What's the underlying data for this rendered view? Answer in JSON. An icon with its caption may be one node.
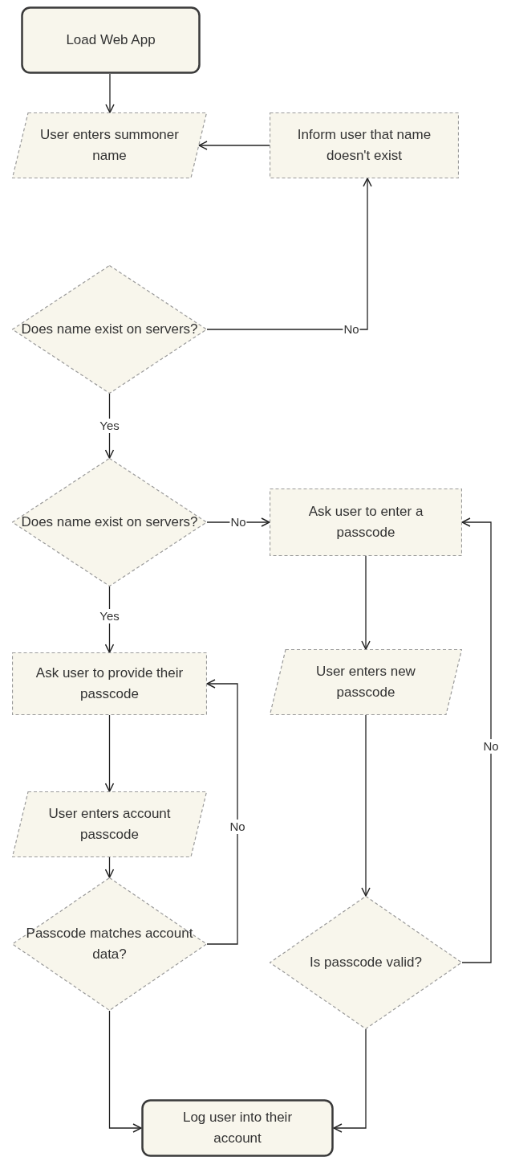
{
  "diagram": {
    "nodes": [
      {
        "text": [
          "Load Web App"
        ]
      },
      {
        "text": [
          "User enters summoner name"
        ]
      },
      {
        "text": [
          "Inform user that name doesn't exist"
        ]
      },
      {
        "text": [
          "Does name exist on servers?"
        ]
      },
      {
        "text": [
          "Does name exist on servers?"
        ]
      },
      {
        "text": [
          "Ask user to enter a passcode"
        ]
      },
      {
        "text": [
          "Ask user to provide their passcode"
        ]
      },
      {
        "text": [
          "User enters new passcode"
        ]
      },
      {
        "text": [
          "User enters account passcode"
        ]
      },
      {
        "text": [
          "Passcode matches account data?"
        ]
      },
      {
        "text": [
          "Is passcode valid?"
        ]
      },
      {
        "text": [
          "Log user into their account"
        ]
      }
    ],
    "edges": [
      {
        "from": 0,
        "to": 1,
        "arrow": "to"
      },
      {
        "from": 2,
        "to": 1,
        "arrow": "to"
      },
      {
        "from": 3,
        "to": 2,
        "arrow": "to",
        "label": "No"
      },
      {
        "from": 3,
        "to": 4,
        "arrow": "to",
        "label": "Yes"
      },
      {
        "from": 4,
        "to": 5,
        "arrow": "to",
        "label": "No"
      },
      {
        "from": 4,
        "to": 6,
        "arrow": "to",
        "label": "Yes"
      },
      {
        "from": 5,
        "to": 7,
        "arrow": "to"
      },
      {
        "from": 6,
        "to": 8,
        "arrow": "to"
      },
      {
        "from": 8,
        "to": 9,
        "arrow": "to"
      },
      {
        "from": 9,
        "to": 6,
        "arrow": "to",
        "label": "No"
      },
      {
        "from": 7,
        "to": 10,
        "arrow": "to"
      },
      {
        "from": 10,
        "to": 5,
        "arrow": "to",
        "label": "No"
      },
      {
        "from": 9,
        "to": 11,
        "arrow": "to"
      },
      {
        "from": 10,
        "to": 11,
        "arrow": "to"
      }
    ]
  }
}
